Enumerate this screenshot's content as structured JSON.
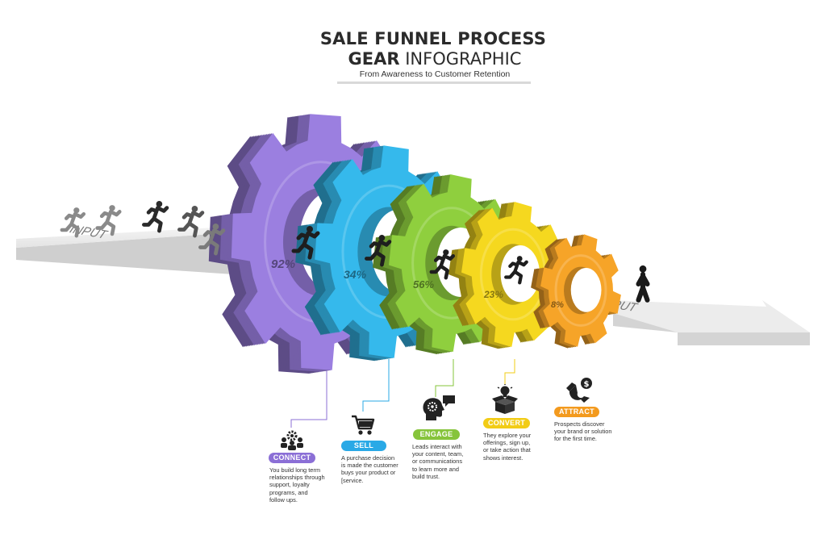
{
  "header": {
    "title_line1": "SALE FUNNEL PROCESS",
    "title_line2_bold": "GEAR",
    "title_line2_rest": " INFOGRAPHIC",
    "subtitle": "From Awareness to Customer Retention"
  },
  "arrow": {
    "input_label": "INPUT",
    "output_label": "OUTPUT"
  },
  "gears": [
    {
      "percent": "92%",
      "color": "#9b7fe0"
    },
    {
      "percent": "34%",
      "color": "#35b9ec"
    },
    {
      "percent": "56%",
      "color": "#8fcf3e"
    },
    {
      "percent": "23%",
      "color": "#f5d81f"
    },
    {
      "percent": "8%",
      "color": "#f6a428"
    }
  ],
  "stages": [
    {
      "label": "CONNECT",
      "color": "#8b6fd6",
      "icon": "team-gear-icon",
      "description": [
        "You build long term",
        "relationships through",
        "support, loyalty",
        "programs, and",
        "follow ups."
      ]
    },
    {
      "label": "SELL",
      "color": "#2aa9e6",
      "icon": "shopping-cart-icon",
      "description": [
        "A purchase decision",
        "is made the customer",
        "buys your product or",
        "[service."
      ]
    },
    {
      "label": "ENGAGE",
      "color": "#86c43b",
      "icon": "head-chat-icon",
      "description": [
        "Leads interact with",
        "your content, team,",
        "or communications",
        "to learn more and",
        "build trust."
      ]
    },
    {
      "label": "CONVERT",
      "color": "#f2cc16",
      "icon": "idea-box-icon",
      "description": [
        "They explore your",
        "offerings, sign up,",
        "or take action that",
        "shows interest."
      ]
    },
    {
      "label": "ATTRACT",
      "color": "#f39a1e",
      "icon": "magnet-dollar-icon",
      "description": [
        "Prospects discover",
        "your brand or solution",
        "for the first time."
      ]
    }
  ]
}
